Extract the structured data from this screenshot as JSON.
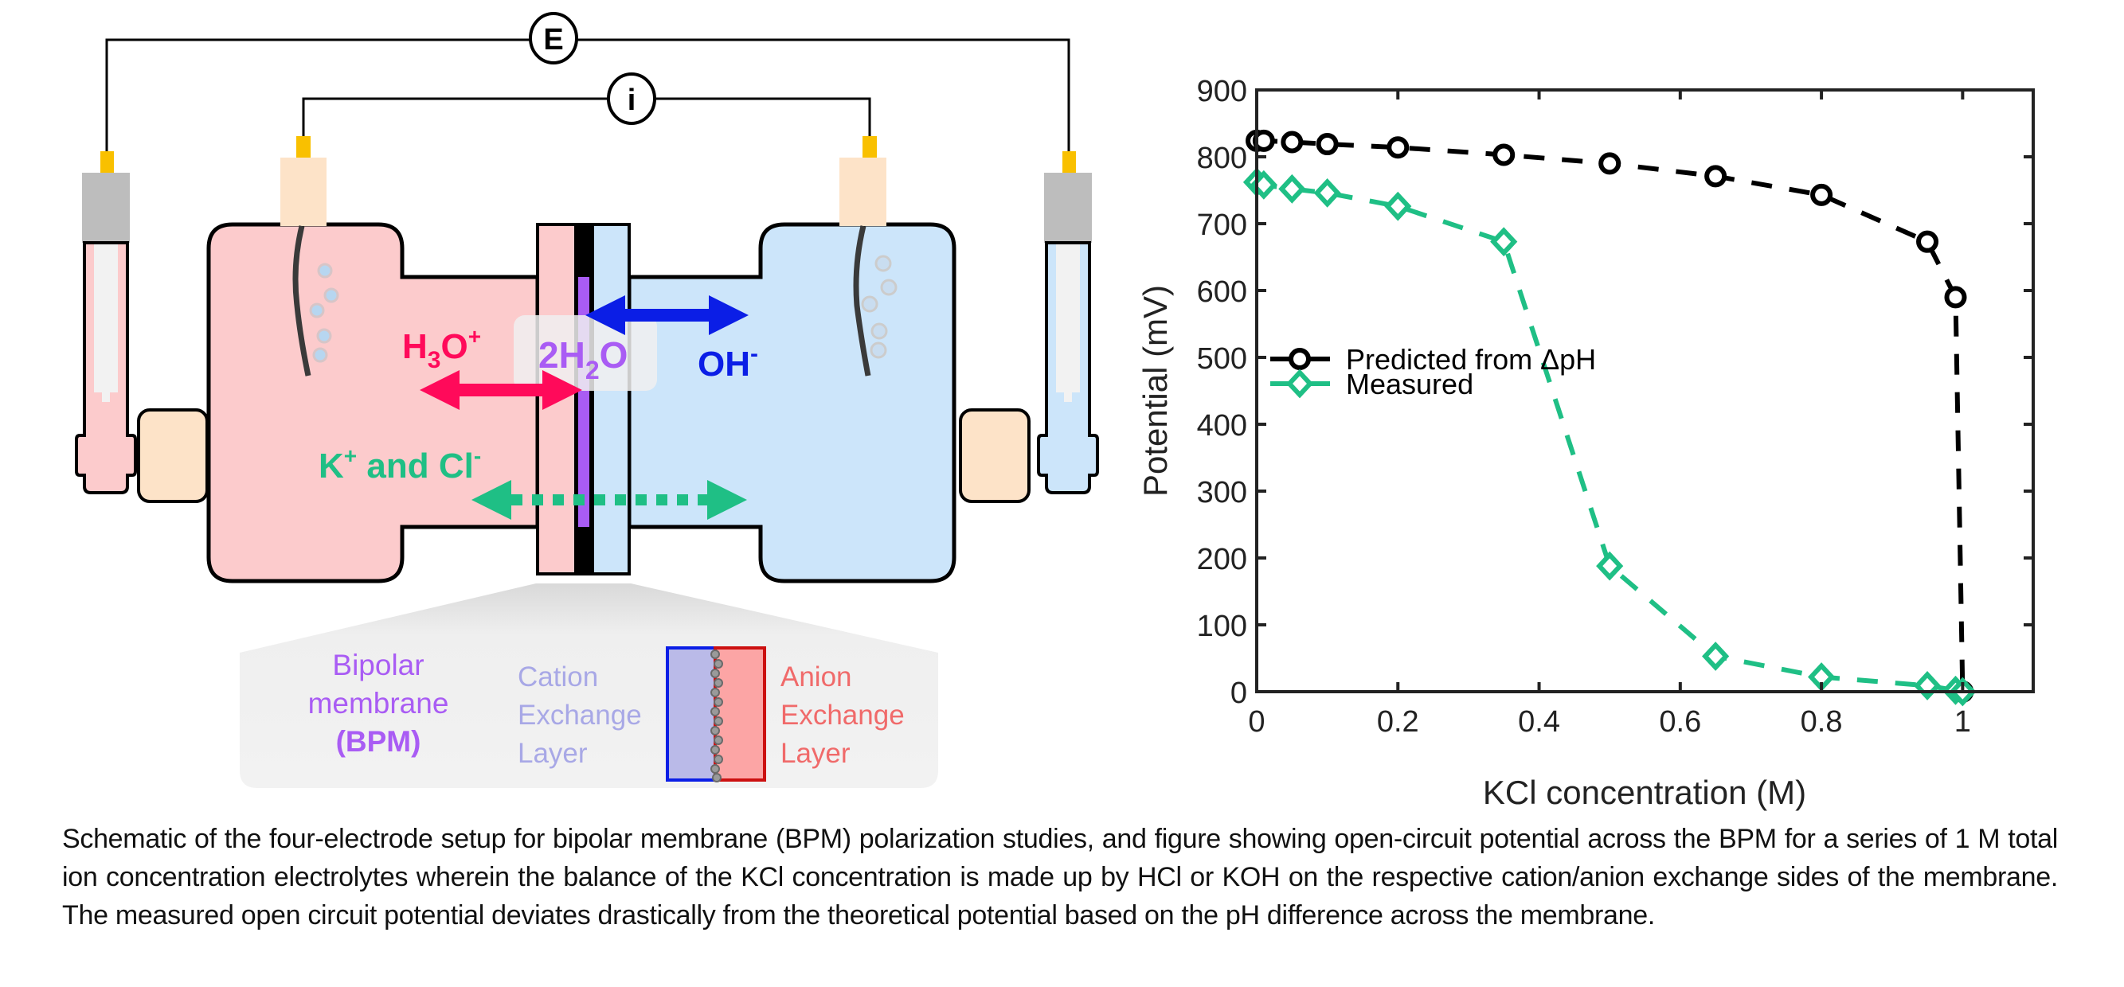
{
  "diagram": {
    "meters": {
      "potential": "E",
      "current": "i"
    },
    "species": {
      "hydronium": {
        "base": "H",
        "sub": "3",
        "mid": "O",
        "sup": "+"
      },
      "water": {
        "prefix": "2H",
        "sub": "2",
        "suffix": "O"
      },
      "hydroxide": {
        "base": "OH",
        "sup": "-"
      },
      "spectator": {
        "k": "K",
        "k_sup": "+",
        "mid": " and Cl",
        "cl_sup": "-"
      }
    },
    "inset": {
      "bpm_label": [
        "Bipolar",
        "membrane",
        "(BPM)"
      ],
      "cation_label": [
        "Cation",
        "Exchange",
        "Layer"
      ],
      "anion_label": [
        "Anion",
        "Exchange",
        "Layer"
      ]
    },
    "colors": {
      "acid_side": "#fccbcc",
      "base_side": "#cce5fa",
      "hydronium": "#ff0a5a",
      "hydroxide": "#0b1ee6",
      "water": "#a95cf4",
      "ions": "#1fbf85",
      "cation_text": "#a8a8e6",
      "anion_text": "#f06a6a",
      "contact": "#f9c000",
      "cap": "#fde3c8",
      "ref_cap": "#bdbdbd"
    }
  },
  "chart_data": {
    "type": "line",
    "title": "",
    "xlabel": "KCl concentration (M)",
    "ylabel": "Potential (mV)",
    "xlim": [
      0,
      1.1
    ],
    "ylim": [
      0,
      900
    ],
    "xticks": [
      0,
      0.2,
      0.4,
      0.6,
      0.8,
      1
    ],
    "xtick_labels": [
      "0",
      "0.2",
      "0.4",
      "0.6",
      "0.8",
      "1"
    ],
    "yticks": [
      0,
      100,
      200,
      300,
      400,
      500,
      600,
      700,
      800,
      900
    ],
    "ytick_labels": [
      "0",
      "100",
      "200",
      "300",
      "400",
      "500",
      "600",
      "700",
      "800",
      "900"
    ],
    "grid": false,
    "legend_position": "bottom-left",
    "series": [
      {
        "name": "Predicted from ΔpH",
        "color": "#000000",
        "marker": "circle",
        "line": "dashed",
        "x": [
          0,
          0.01,
          0.05,
          0.1,
          0.2,
          0.35,
          0.5,
          0.65,
          0.8,
          0.95,
          0.99,
          1.0
        ],
        "y": [
          824,
          824,
          822,
          819,
          814,
          803,
          790,
          771,
          743,
          673,
          590,
          0
        ]
      },
      {
        "name": "Measured",
        "color": "#1fbf85",
        "marker": "diamond",
        "line": "dashed",
        "x": [
          0,
          0.01,
          0.05,
          0.1,
          0.2,
          0.35,
          0.5,
          0.65,
          0.8,
          0.95,
          0.99,
          1.0
        ],
        "y": [
          762,
          758,
          752,
          746,
          726,
          673,
          188,
          53,
          22,
          9,
          2,
          0
        ]
      }
    ]
  },
  "caption": "Schematic of the four-electrode setup for bipolar membrane (BPM) polarization studies, and figure showing open-circuit potential across the BPM for a series of 1 M total ion concentration electrolytes wherein the balance of the KCl concentration is made up by HCl or KOH on the respective cation/anion exchange sides of the membrane. The measured open circuit potential deviates drastically from the theoretical potential based on the pH difference across the membrane."
}
